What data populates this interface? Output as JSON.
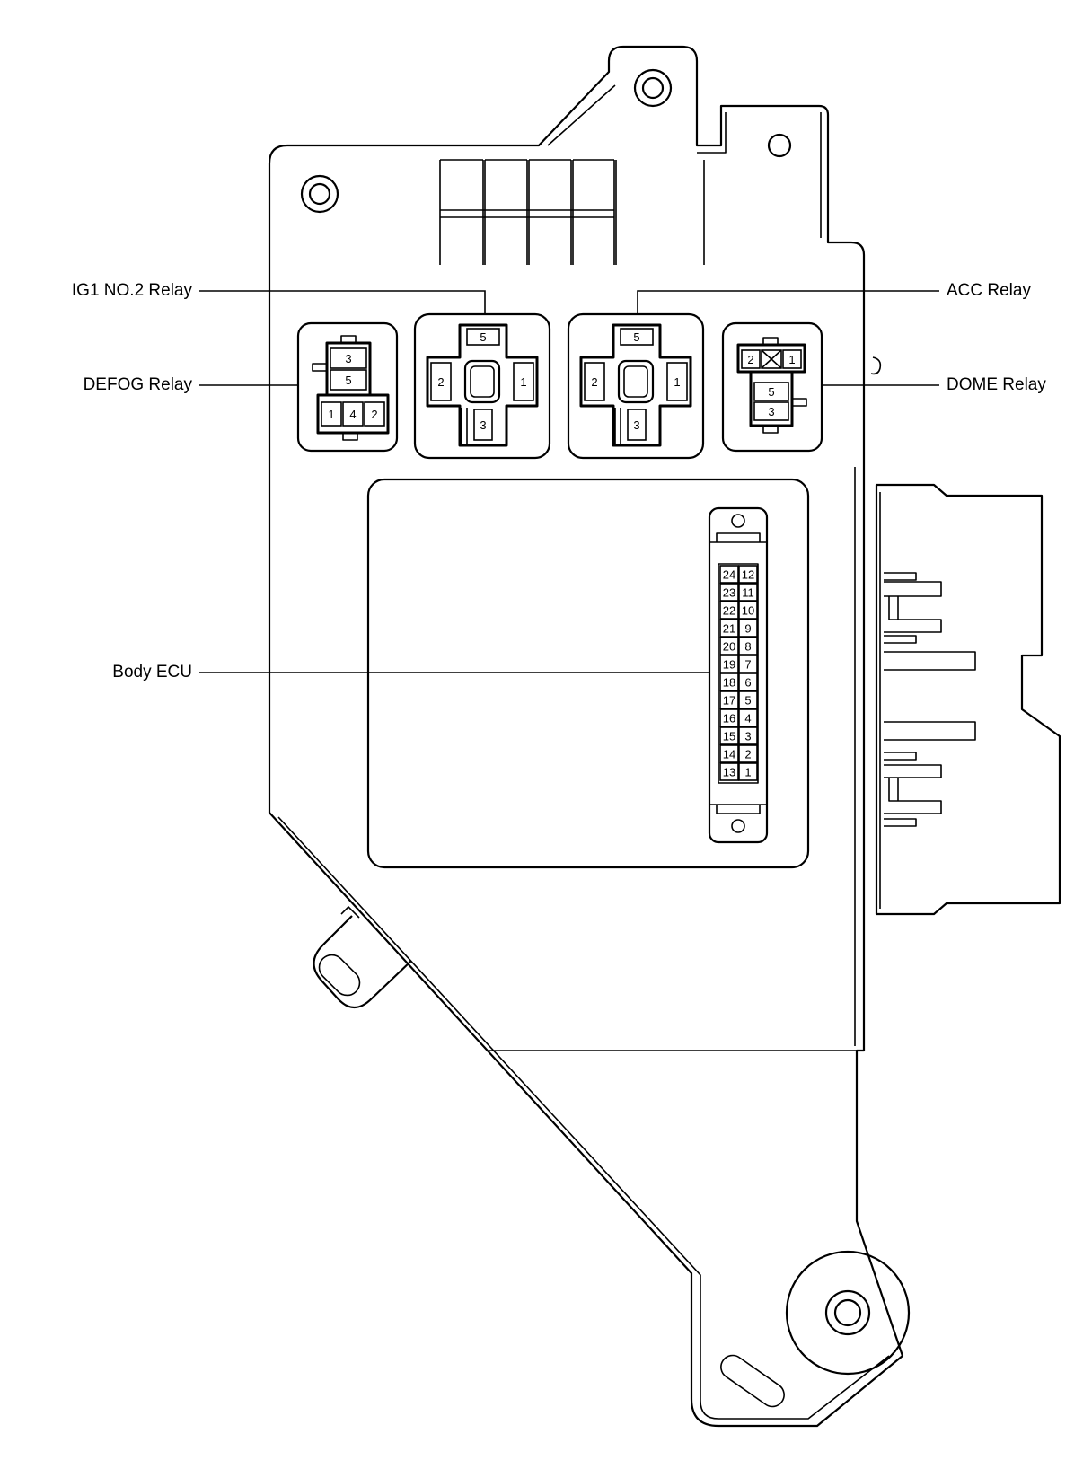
{
  "labels": {
    "ig1_no2_relay": "IG1 NO.2 Relay",
    "acc_relay": "ACC Relay",
    "defog_relay": "DEFOG Relay",
    "dome_relay": "DOME Relay",
    "body_ecu": "Body ECU"
  },
  "defog_pins": {
    "top1": "3",
    "top2": "5",
    "bottom": [
      "1",
      "4",
      "2"
    ]
  },
  "ig1_pins": {
    "top": "5",
    "left": "2",
    "right": "1",
    "bottom": "3"
  },
  "acc_pins": {
    "top": "5",
    "left": "2",
    "right": "1",
    "bottom": "3"
  },
  "dome_pins": {
    "topLeft": "2",
    "topRight": "1",
    "mid": "5",
    "bottom": "3"
  },
  "ecu_pins": [
    [
      "24",
      "12"
    ],
    [
      "23",
      "11"
    ],
    [
      "22",
      "10"
    ],
    [
      "21",
      "9"
    ],
    [
      "20",
      "8"
    ],
    [
      "19",
      "7"
    ],
    [
      "18",
      "6"
    ],
    [
      "17",
      "5"
    ],
    [
      "16",
      "4"
    ],
    [
      "15",
      "3"
    ],
    [
      "14",
      "2"
    ],
    [
      "13",
      "1"
    ]
  ]
}
